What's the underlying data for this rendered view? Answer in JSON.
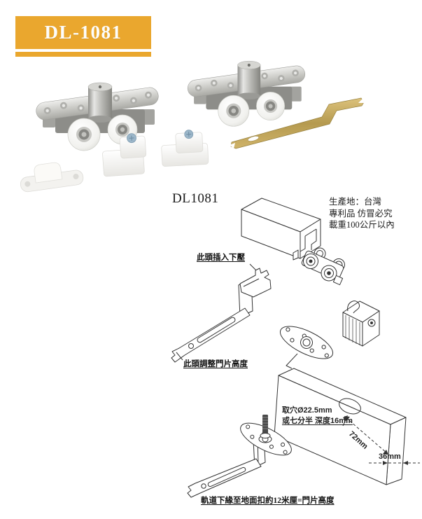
{
  "badge": {
    "model": "DL-1081"
  },
  "caption": {
    "model": "DL1081"
  },
  "info": {
    "lines": [
      "生產地：台灣",
      "專利品 仿冒必究",
      "載重100公斤以內"
    ]
  },
  "photo": {
    "parts": [
      "hanger-roller-assembly-left",
      "hanger-roller-assembly-right",
      "adjusting-wrench",
      "floor-guide",
      "door-stopper-small",
      "door-stopper-large"
    ]
  },
  "diagram": {
    "labels": {
      "insert_press": "此頭插入下壓",
      "adjust_height": "此頭調整門片高度",
      "hole_spec_line1": "取穴Ø22.5mm",
      "hole_spec_line2": "或七分半 深度16mm",
      "dim_length": "72mm",
      "dim_thickness": "36mm",
      "bottom_note": "軌道下緣至地面扣約12米厘=門片高度"
    }
  },
  "colors": {
    "badge_gold": "#EAA72E"
  }
}
